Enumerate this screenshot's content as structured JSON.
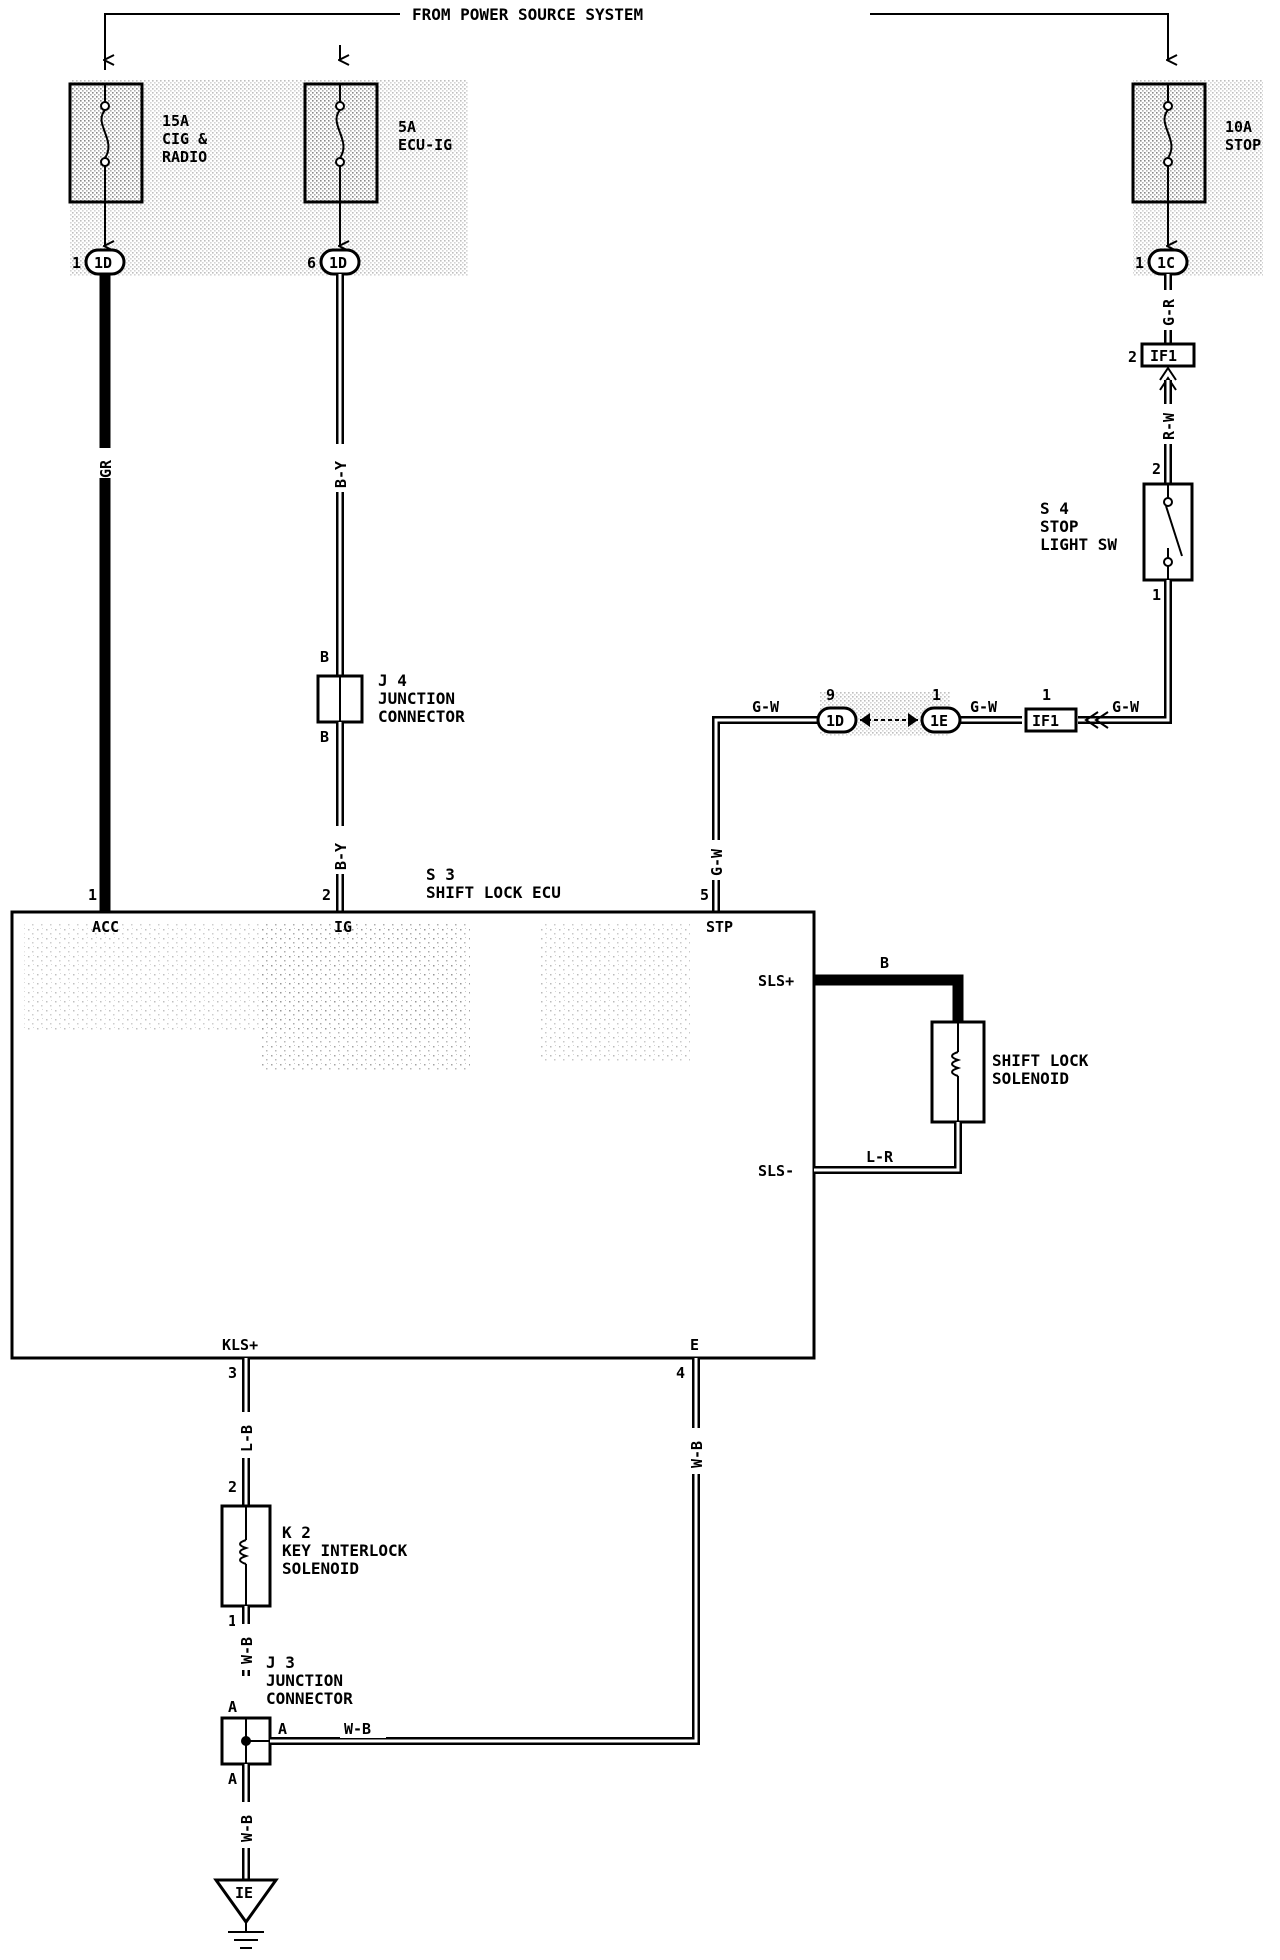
{
  "header": {
    "source": "FROM POWER SOURCE SYSTEM"
  },
  "fuses": [
    {
      "id": "fuse-15a",
      "lines": [
        "15A",
        "CIG &",
        "RADIO"
      ],
      "pin": "1",
      "connector": "1D"
    },
    {
      "id": "fuse-5a",
      "lines": [
        "5A",
        "ECU-IG"
      ],
      "pin": "6",
      "connector": "1D"
    },
    {
      "id": "fuse-10a",
      "lines": [
        "10A",
        "STOP"
      ],
      "pin": "1",
      "connector": "1C"
    }
  ],
  "wires": {
    "acc": "GR",
    "ig_upper": "B-Y",
    "ig_lower": "B-Y",
    "stop_upper": "G-R",
    "stop_middle": "R-W",
    "stp_vertical": "G-W",
    "stp_top_left": "G-W",
    "stp_top_mid": "G-W",
    "stp_top_right": "G-W",
    "sls_plus": "B",
    "sls_minus": "L-R",
    "kls": "L-B",
    "ground_e": "W-B",
    "k2_to_j3": "W-B",
    "j3_to_e": "W-B",
    "j3_to_ground": "W-B"
  },
  "j4": {
    "ref": "J 4",
    "lines": [
      "JUNCTION",
      "CONNECTOR"
    ],
    "pin_top": "B",
    "pin_bottom": "B"
  },
  "if1_top": {
    "label": "IF1",
    "pin": "2"
  },
  "if1_bottom": {
    "label": "IF1",
    "pin": "1"
  },
  "s4": {
    "ref": "S 4",
    "lines": [
      "STOP",
      "LIGHT SW"
    ],
    "pin_top": "2",
    "pin_bottom": "1"
  },
  "connectors_mid": [
    {
      "label": "1D",
      "pin": "9"
    },
    {
      "label": "1E",
      "pin": "1"
    }
  ],
  "ecu": {
    "ref": "S 3",
    "name": "SHIFT LOCK ECU",
    "pins": {
      "acc": "1",
      "ig": "2",
      "stp": "5",
      "kls": "3",
      "e": "4"
    },
    "terminals": {
      "acc": "ACC",
      "ig": "IG",
      "stp": "STP",
      "sls_plus": "SLS+",
      "sls_minus": "SLS-",
      "kls": "KLS+",
      "e": "E"
    }
  },
  "shift_solenoid": {
    "lines": [
      "SHIFT LOCK",
      "SOLENOID"
    ]
  },
  "k2": {
    "ref": "K 2",
    "lines": [
      "KEY INTERLOCK",
      "SOLENOID"
    ],
    "pin_top": "2",
    "pin_bottom": "1"
  },
  "j3": {
    "ref": "J 3",
    "lines": [
      "JUNCTION",
      "CONNECTOR"
    ],
    "pin_top": "A",
    "pin_side": "A",
    "pin_bottom": "A"
  },
  "ground": {
    "label": "IE"
  }
}
